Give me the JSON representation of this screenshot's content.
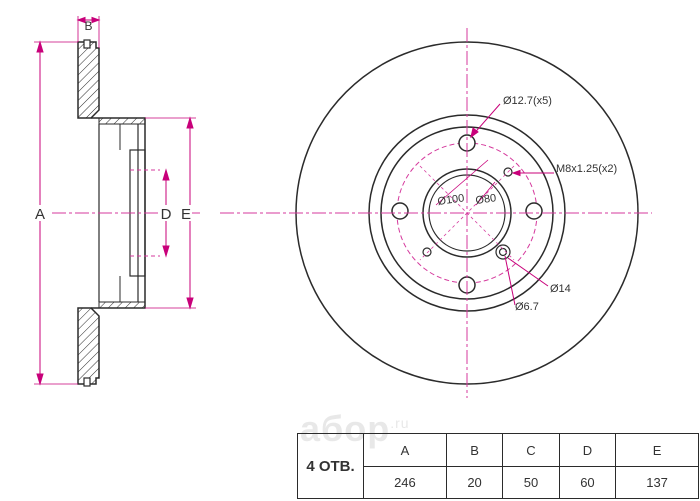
{
  "labels": {
    "A": "A",
    "B": "B",
    "D": "D",
    "E": "E",
    "hole_dia": "Ø12.7(x5)",
    "thread": "M8x1.25(x2)",
    "pcd": "Ø100",
    "center_bore": "Ø80",
    "pin_outer": "Ø14",
    "pin_inner": "Ø6.7"
  },
  "watermark": {
    "text": "aбоp",
    "suffix": ".ru"
  },
  "table": {
    "holes_label": "4 ОТВ.",
    "headers": [
      "A",
      "B",
      "C",
      "D",
      "E"
    ],
    "values": [
      "246",
      "20",
      "50",
      "60",
      "137"
    ]
  },
  "colors": {
    "line": "#2b2b2b",
    "dim": "#c8007a",
    "centerline": "#d53a9d"
  }
}
